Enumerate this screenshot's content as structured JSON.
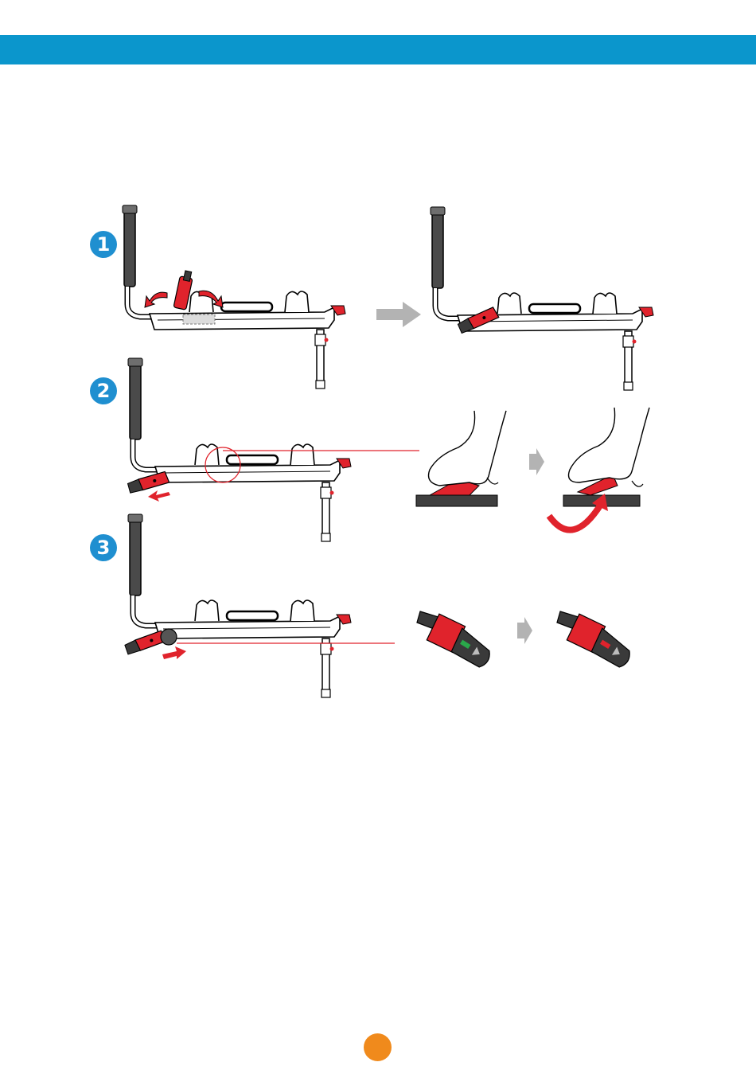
{
  "steps": [
    {
      "number": "1"
    },
    {
      "number": "2"
    },
    {
      "number": "3"
    }
  ],
  "colors": {
    "header_band": "#0b96cc",
    "step_badge": "#1f8fd0",
    "accent_red": "#e0232c",
    "indicator_green": "#2aa84a",
    "arrow_gray": "#b3b3b3",
    "page_marker": "#f08a1c",
    "frame_dark": "#4a4a4a"
  },
  "icons": [
    "step-1-badge",
    "step-2-badge",
    "step-3-badge",
    "next-arrow-icon",
    "rotate-arrow-icon",
    "push-arrow-icon"
  ]
}
